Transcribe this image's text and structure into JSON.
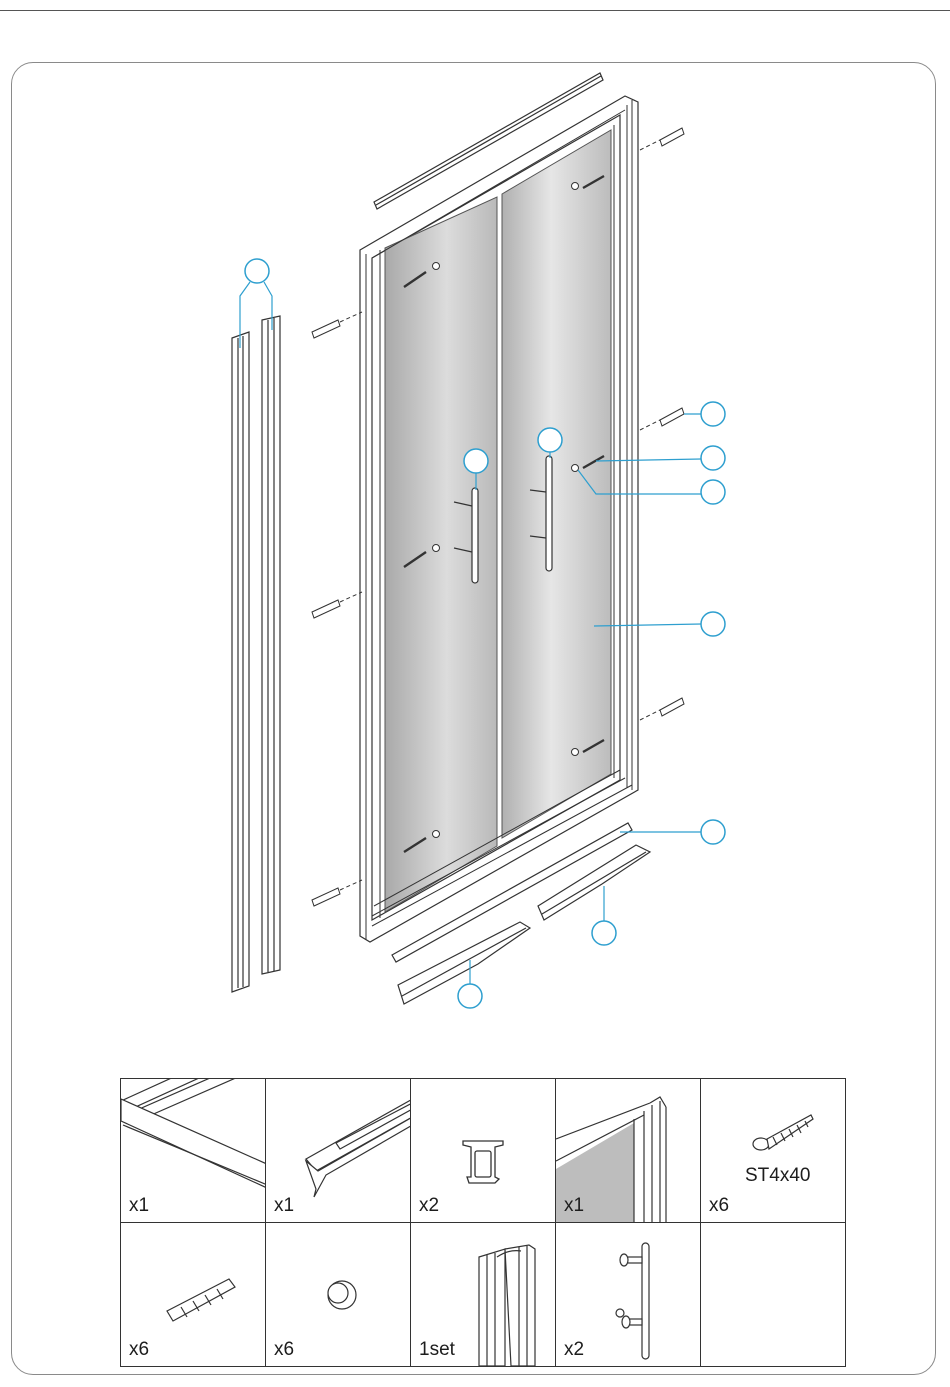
{
  "colors": {
    "callout": "#2e9fcf",
    "outline": "#333333",
    "glass_light": "#e2e2e2",
    "glass_dark": "#a9a9a9"
  },
  "parts_table": [
    {
      "icon": "bottom-seal-left-icon",
      "qty": "x1"
    },
    {
      "icon": "bottom-seal-right-icon",
      "qty": "x1"
    },
    {
      "icon": "seal-profile-icon",
      "qty": "x2"
    },
    {
      "icon": "door-frame-corner-icon",
      "qty": "x1"
    },
    {
      "icon": "screw-icon",
      "qty": "x6",
      "code": "ST4x40"
    },
    {
      "icon": "wall-plug-icon",
      "qty": "x6"
    },
    {
      "icon": "cap-icon",
      "qty": "x6"
    },
    {
      "icon": "wall-profile-icon",
      "qty": "1set"
    },
    {
      "icon": "handle-icon",
      "qty": "x2"
    },
    {
      "icon": "empty-cell",
      "qty": ""
    }
  ]
}
